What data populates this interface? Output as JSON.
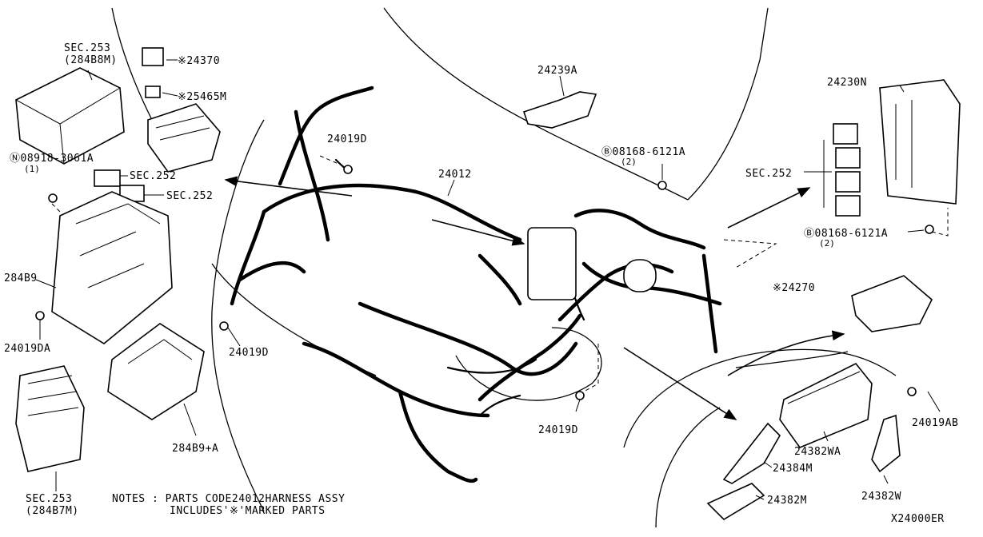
{
  "labels": {
    "sec253_top": "SEC.253",
    "sec253_top_sub": "(284B8M)",
    "p24370": "※24370",
    "p25465m": "※25465M",
    "bolt_n08918": "Ⓝ08918-3061A",
    "bolt_n08918_qty": "(1)",
    "sec252_a": "SEC.252",
    "sec252_b": "SEC.252",
    "p28489": "284B9",
    "p24019da": "24019DA",
    "sec253_bottom": "SEC.253",
    "sec253_bottom_sub": "(284B7M)",
    "p28489a": "284B9+A",
    "p24019d_top": "24019D",
    "p24019d_left": "24019D",
    "p24019d_bottom": "24019D",
    "p24012": "24012",
    "p24239a": "24239A",
    "bolt_b08168_top": "Ⓑ08168-6121A",
    "bolt_b08168_top_qty": "(2)",
    "sec252_right": "SEC.252",
    "p24230n": "24230N",
    "bolt_b08168_bottom": "Ⓑ08168-6121A",
    "bolt_b08168_bottom_qty": "(2)",
    "p24270": "※24270",
    "p24019ab": "24019AB",
    "p24382wa": "24382WA",
    "p24384m": "24384M",
    "p24382w": "24382W",
    "p24382m": "24382M",
    "notes_line1": "NOTES : PARTS CODE24012HARNESS ASSY",
    "notes_line2": "INCLUDES'※'MARKED PARTS",
    "drawing_code": "X24000ER"
  }
}
